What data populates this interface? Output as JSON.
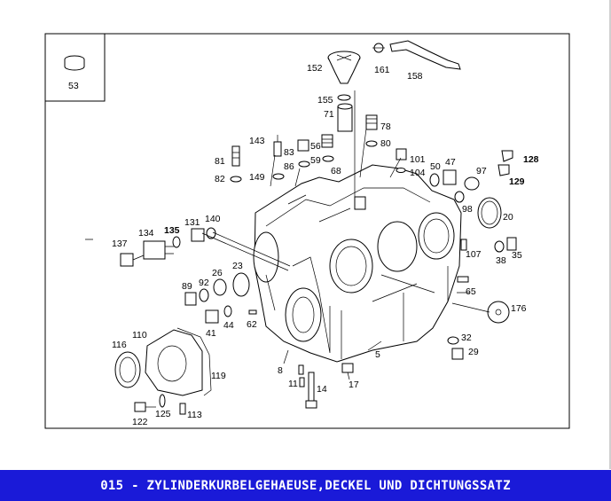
{
  "caption": "015 - ZYLINDERKURBELGEHAEUSE,DECKEL UND DICHTUNGSSATZ",
  "colors": {
    "caption_bg": "#1a1ad8",
    "caption_text": "#ffffff"
  },
  "inset_label": "53",
  "labels": [
    "152",
    "161",
    "158",
    "155",
    "71",
    "78",
    "80",
    "143",
    "56",
    "83",
    "59",
    "86",
    "68",
    "101",
    "104",
    "81",
    "82",
    "149",
    "50",
    "47",
    "97",
    "128",
    "129",
    "98",
    "20",
    "134",
    "135",
    "131",
    "140",
    "137",
    "23",
    "26",
    "92",
    "89",
    "107",
    "38",
    "35",
    "65",
    "62",
    "44",
    "41",
    "176",
    "110",
    "116",
    "32",
    "29",
    "119",
    "8",
    "11",
    "14",
    "17",
    "5",
    "122",
    "125",
    "113"
  ]
}
